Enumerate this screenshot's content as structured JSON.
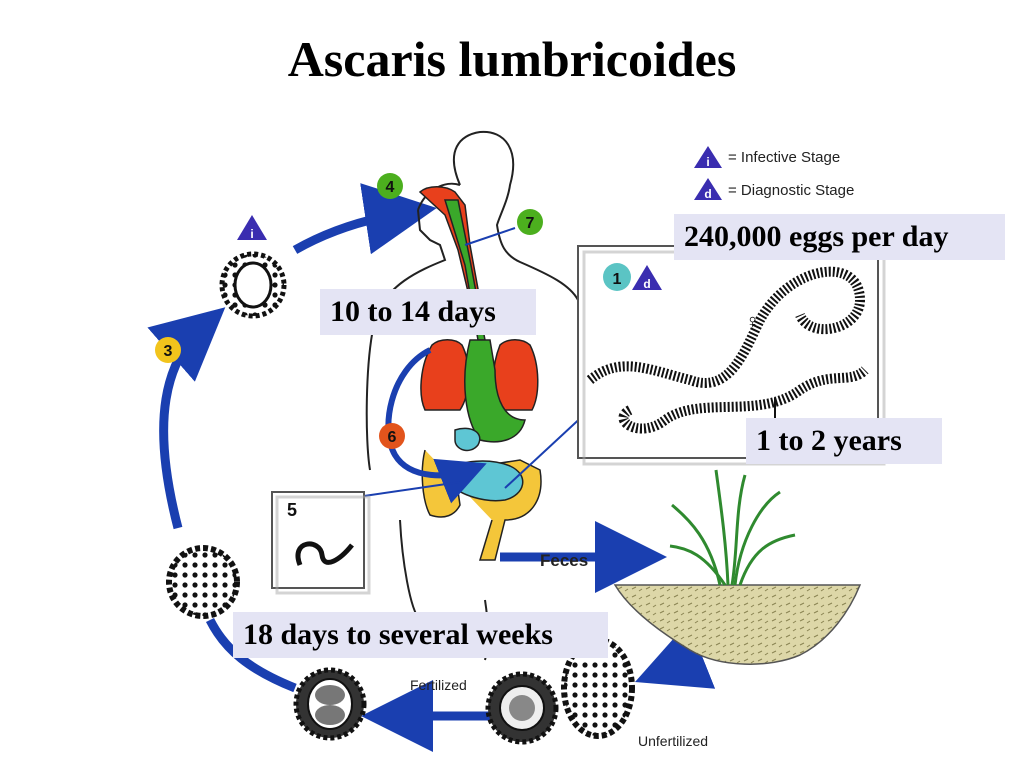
{
  "title": "Ascaris lumbricoides",
  "legend": {
    "infective": {
      "letter": "i",
      "label": "= Infective Stage"
    },
    "diagnostic": {
      "letter": "d",
      "label": "= Diagnostic Stage"
    }
  },
  "callouts": {
    "eggs_per_day": "240,000 eggs per day",
    "days_10_14": "10 to 14 days",
    "years_1_2": "1 to 2 years",
    "days_18_weeks": "18 days to several weeks"
  },
  "steps": {
    "s1": "1",
    "s3": "3",
    "s4": "4",
    "s5": "5",
    "s6": "6",
    "s7": "7"
  },
  "step1_badge": "d",
  "step_i_badge": "i",
  "labels": {
    "feces": "Feces",
    "fertilized": "Fertilized",
    "unfertilized": "Unfertilized",
    "female_symbol": "♀"
  },
  "colors": {
    "arrow_blue": "#1a3fb0",
    "badge_green": "#4caf1e",
    "badge_yellow": "#f2c41c",
    "badge_red": "#e2541c",
    "badge_teal": "#5bc4c4",
    "lungs_red": "#e8401c",
    "gut_green": "#3aa82a",
    "colon_yellow": "#f4c63a",
    "intestine_teal": "#5ec6d4",
    "soil": "#ddd7a8",
    "plant": "#2f8a2f",
    "callout_bg": "#e4e4f4"
  }
}
